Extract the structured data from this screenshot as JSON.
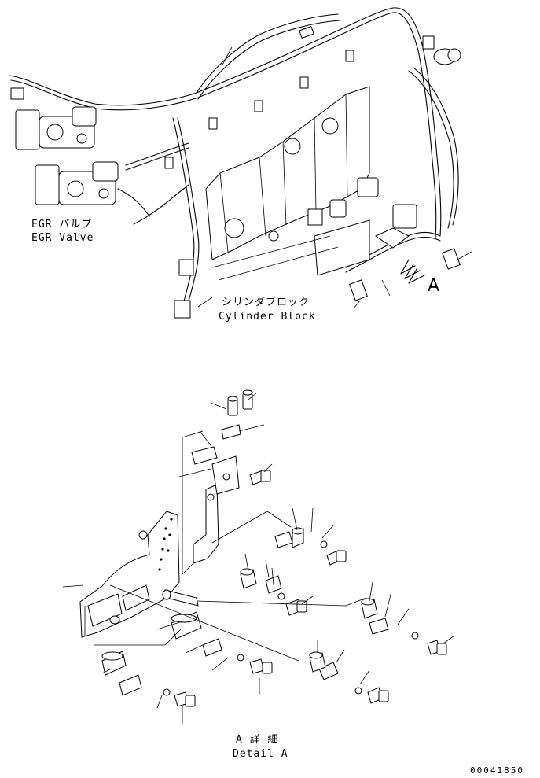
{
  "labels": {
    "egr_jp": "EGR バルブ",
    "egr_en": "EGR Valve",
    "cyl_jp": "シリンダブロック",
    "cyl_en": "Cylinder Block",
    "view_marker": "A",
    "detail_jp": "A 詳 細",
    "detail_en": "Detail A",
    "drawing_number": "00041850"
  },
  "icons": [
    "harness-icon",
    "egr-valve-icon",
    "cylinder-block-icon",
    "view-arrow-icon",
    "bracket-icon",
    "bolt-icon",
    "spacer-icon",
    "clip-icon",
    "washer-icon"
  ]
}
